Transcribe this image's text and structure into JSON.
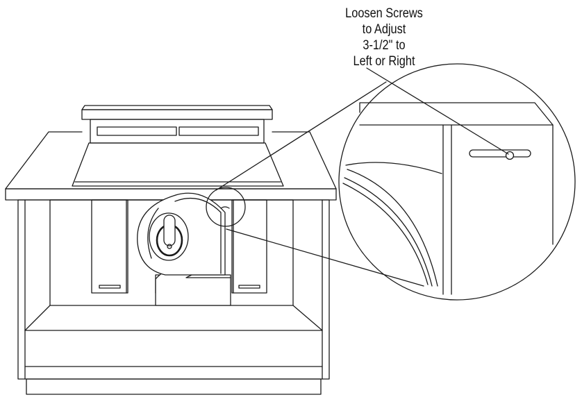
{
  "callout": {
    "line1": "Loosen Screws",
    "line2": "to Adjust",
    "line3": "3-1/2\" to",
    "line4": "Left or Right"
  },
  "colors": {
    "ink": "#1a1a1a",
    "background": "#ffffff"
  }
}
